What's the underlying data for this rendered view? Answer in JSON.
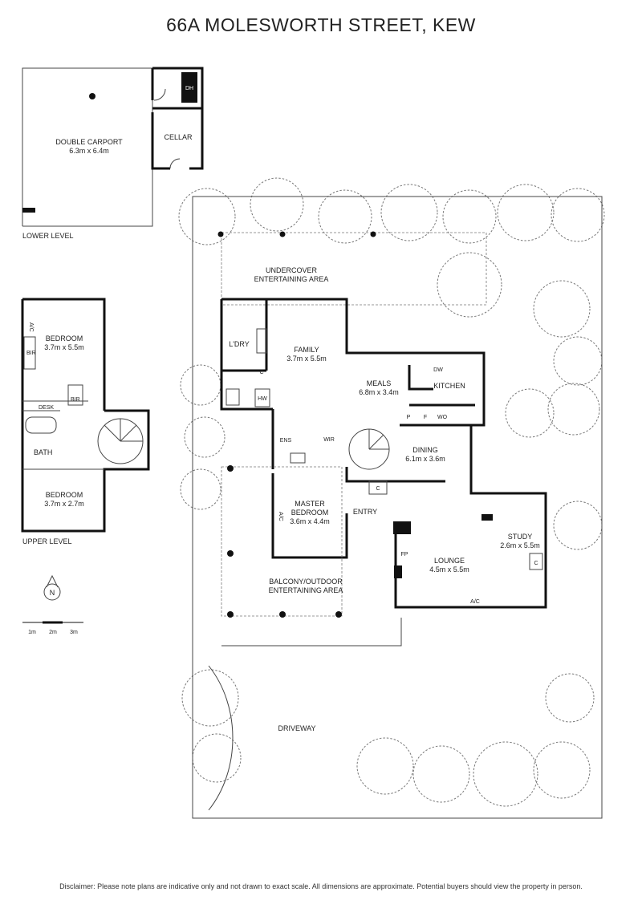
{
  "title": "66A MOLESWORTH STREET, KEW",
  "disclaimer": "Disclaimer: Please note plans are indicative only and not drawn to exact scale. All dimensions are approximate. Potential buyers should view the property in person.",
  "levels": {
    "lower": "LOWER LEVEL",
    "upper": "UPPER LEVEL"
  },
  "rooms": {
    "carport": {
      "name": "DOUBLE CARPORT",
      "dims": "6.3m x 6.4m"
    },
    "dh": "DH",
    "cellar": "CELLAR",
    "upper_bedroom1": {
      "name": "BEDROOM",
      "dims": "3.7m x 5.5m"
    },
    "upper_bedroom2": {
      "name": "BEDROOM",
      "dims": "3.7m x 2.7m"
    },
    "ac_upper": "A/C",
    "bir1": "BIR",
    "bir2": "BIR",
    "desk": "DESK",
    "bath": "BATH",
    "undercover": {
      "line1": "UNDERCOVER",
      "line2": "ENTERTAINING AREA"
    },
    "laundry": "L'DRY",
    "laundry_c": "C",
    "hw": "HW",
    "family": {
      "name": "FAMILY",
      "dims": "3.7m x 5.5m"
    },
    "meals": {
      "name": "MEALS",
      "dims": "6.8m x 3.4m"
    },
    "dw": "DW",
    "kitchen": "KITCHEN",
    "pantry_p": "P",
    "fridge_f": "F",
    "wall_oven": "WO",
    "ens": "ENS",
    "wir": "WIR",
    "dining": {
      "name": "DINING",
      "dims": "6.1m x 3.6m"
    },
    "dining_c": "C",
    "master": {
      "line1": "MASTER",
      "line2": "BEDROOM",
      "dims": "3.6m x 4.4m"
    },
    "ac_master": "A/C",
    "entry": "ENTRY",
    "study": {
      "name": "STUDY",
      "dims": "2.6m x 5.5m"
    },
    "study_c": "C",
    "fp": "FP",
    "lounge": {
      "name": "LOUNGE",
      "dims": "4.5m x 5.5m"
    },
    "ac_lounge": "A/C",
    "balcony": {
      "line1": "BALCONY/OUTDOOR",
      "line2": "ENTERTAINING AREA"
    },
    "driveway": "DRIVEWAY"
  },
  "north": "N",
  "scale": [
    "1m",
    "2m",
    "3m"
  ]
}
